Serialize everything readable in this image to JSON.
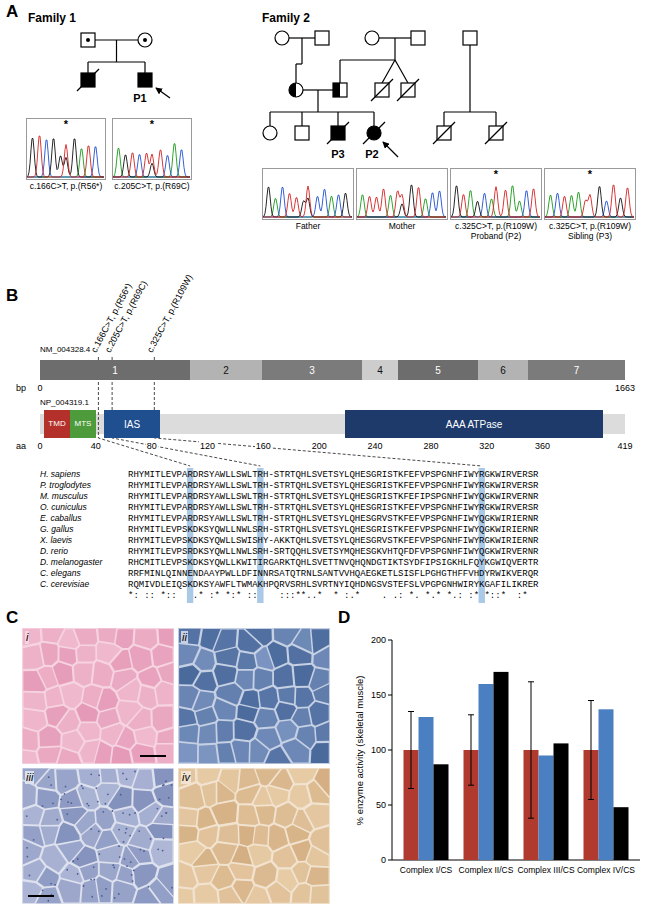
{
  "diagram": {
    "nodes": [
      {
        "text": [
          "*",
          "c.166C>T, p.(R56*)"
        ]
      },
      {
        "text": [
          "*",
          "c.205C>T, p.(R69C)"
        ]
      },
      {
        "text": [
          "Father"
        ]
      },
      {
        "text": [
          "Mother"
        ]
      },
      {
        "text": [
          "*",
          "c.325C>T, p.(R109W) Proband (P2)"
        ]
      },
      {
        "text": [
          "*",
          "c.325C>T, p.(R109W) Sibling (P3)"
        ]
      },
      {
        "text": [
          "1"
        ]
      },
      {
        "text": [
          "2"
        ]
      },
      {
        "text": [
          "3"
        ]
      },
      {
        "text": [
          "4"
        ]
      },
      {
        "text": [
          "5"
        ]
      },
      {
        "text": [
          "6"
        ]
      },
      {
        "text": [
          "7"
        ]
      },
      {
        "text": [
          "TMD"
        ]
      },
      {
        "text": [
          "MTS"
        ]
      },
      {
        "text": [
          "IAS"
        ]
      },
      {
        "text": [
          "AAA ATPase"
        ]
      }
    ],
    "labels": [
      "A",
      "Family 1",
      "Family 2",
      "P1",
      "P3",
      "P2",
      "B",
      "c.166C>T, p.(R56*)",
      "c.205C>T, p.(R69C)",
      "c.325C>T, p.(R109W)",
      "NM_004328.4",
      "bp",
      "0",
      "1663",
      "NP_004319.1",
      "aa",
      "0",
      "40",
      "80",
      "120",
      "160",
      "200",
      "240",
      "280",
      "320",
      "360",
      "419",
      "H. sapiens",
      "RHYMITLEVPARDRSYAWLLSWLTRH-STRTQHLSVETSYLQHESGRISTKFEFVPSPGNHFIWYRGKWIRVERSR",
      "P. troglodytes",
      "RHYMITLEVPARDRSYAWLLSWLTRH-STRTQHLSVETSYLQHESGRISTKFEFVPSPGNHFIWYRGKWIRVERSR",
      "M. musculus",
      "RHYMITLEVPARDRSYAWLLSWLTRH-STRTQHLSVETSYLQHESGRISTKFEFIPSPGNHFIWYQGKWIRVERNR",
      "O. cuniculus",
      "RHYMITLEVPARDRSYAWLLSWLTRH-STRTQHLSVETSYLQHESGRISTKFEFVPSPGNHFIWYRGKWIRVERSR",
      "E. caballus",
      "RHYMITLEVPARDRSYAWLLSWLTRH-STRTQHLSVETSYLQHESGRVSTKFEFVPSPGNHFIWYQGKWIRIERNR",
      "G. gallus",
      "RHYMITLEVPSKDKSYQWLLNWLSRH-STRTQHLSVETSYLQHESGRISTKFEFVPSPGNHFIWYQGKWIRIERNR",
      "X. laevis",
      "RHYMITLEVPSKDKSYQWLLSWISHY-AKKTQHLSVETSYLQHESGRVSTKFEFVPSPGNHFIWYRGKWIRIERNR",
      "D. rerio",
      "RHYMITLEVPSRDKSYQWLLNWLSRH-SRTQQHLSVETSYMQHESGKVHTQFDFVPSPGNHFIWYQGKWIRVERNR",
      "D. melanogaster",
      "RHCMITLEVPSKDKSYQWLLKWITIRGARKTQHLSVETTNVQHQNDGTIKTSYDFIPSIGKHLFQYKGWIQVERTR",
      "C. elegans",
      "RRFMINLQINNENDAAYPWLLDFINNRSATQTRNLSANTVVHQAEGKETLSISFLPGHGTHFFVHDYRWIKVERQR",
      "C. cerevisiae",
      "RQMIVDLEIQSKDKSYAWFLTWMAKHPQRVSRHLSVRTNYIQHDNGSVSTEFSLVPGPGNHWIRYKGAFILIKRER",
      "*: :: *::   .* :* *:* ::    :::**..*  * :.*    . .: *. *.* *.: :* *::*  :*",
      "C",
      "i",
      "ii",
      "iii",
      "iv",
      "D",
      "200",
      "150",
      "100",
      "50",
      "0",
      "% enzyme activity (skeletal muscle)",
      "Complex I/CS",
      "Complex II/CS",
      "Complex III/CS",
      "Complex IV/CS"
    ]
  }
}
